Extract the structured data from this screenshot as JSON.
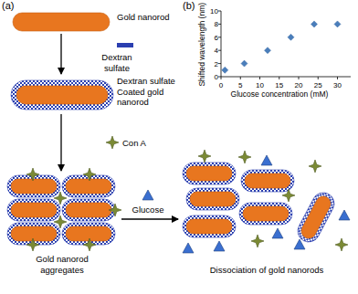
{
  "diagram": {
    "nodes": [
      {
        "text": [
          "Gold nanorod"
        ]
      },
      {
        "text": [
          "Dextran sulfate Coated gold nanorod"
        ]
      },
      {
        "text": [
          "Gold nanorod aggregates"
        ]
      },
      {
        "text": [
          "Dissociation of gold nanorods"
        ]
      }
    ],
    "edges": [
      {
        "from": 0,
        "to": 1,
        "arrow": "to"
      },
      {
        "from": 1,
        "to": 2,
        "arrow": "to"
      },
      {
        "from": 2,
        "to": 3,
        "arrow": "to"
      }
    ],
    "labels": [
      "(a)",
      "(b)",
      "Dextran sulfate",
      "Con A",
      "Glucose",
      "0",
      "2",
      "4",
      "6",
      "8",
      "10",
      "0",
      "5",
      "10",
      "15",
      "20",
      "25",
      "30",
      "Shifted wavelength (nm)",
      "Glucose concentration (mM)"
    ]
  }
}
